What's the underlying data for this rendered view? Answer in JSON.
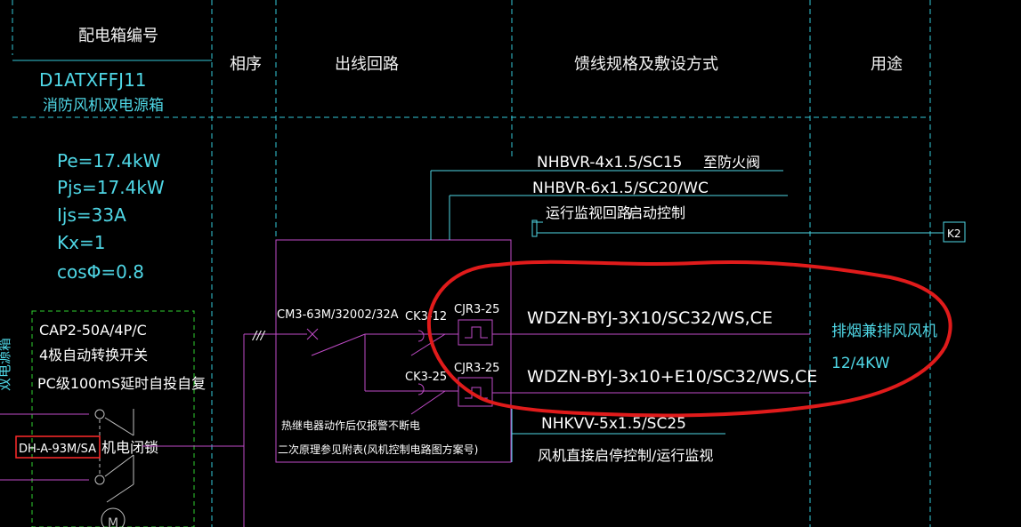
{
  "colors": {
    "background": "#000000",
    "grid": "#35c9d8",
    "header_text": "#f2f2f2",
    "text_cyan": "#4fd7e6",
    "text_white": "#ffffff",
    "circuit": "#c14bc8",
    "highlight": "#e01b1b",
    "green_box": "#2fd12f",
    "relay_box": "#ff2a2a",
    "relay_text": "#ffffff"
  },
  "header": {
    "box_number_label": "配电箱编号",
    "phase_label": "相序",
    "outgoing_label": "出线回路",
    "feeder_label": "馈线规格及敷设方式",
    "usage_label": "用途"
  },
  "box": {
    "id": "D1ATXFFJ11",
    "name": "消防风机双电源箱"
  },
  "params": {
    "pe": "Pe=17.4kW",
    "pjs": "Pjs=17.4kW",
    "ijs": "Ijs=33A",
    "kx": "Kx=1",
    "cos": "cosΦ=0.8"
  },
  "ats": {
    "model": "CAP2-50A/4P/C",
    "line2": "4极自动转换开关",
    "line3": "PC级100mS延时自投自复"
  },
  "left_side_text": "双电源箱",
  "relay": {
    "label": "DH-A-93M/SA",
    "interlock": "机电闭锁",
    "motor": "M"
  },
  "circuit": {
    "breaker": "CM3-63M/32002/32A",
    "phase_mark": "///",
    "contactor1": "CK3-12",
    "contactor2": "CK3-25",
    "thermal1": "CJR3-25",
    "thermal2": "CJR3-25",
    "note1": "热继电器动作后仅报警不断电",
    "note2": "二次原理参见附表(风机控制电路图方案号)"
  },
  "feeders": {
    "f1": "NHBVR-4x1.5/SC15",
    "f1_dest": "至防火阀",
    "f2": "NHBVR-6x1.5/SC20/WC",
    "f2_desc1": "运行监视回路",
    "f2_desc2": "启动控制",
    "k2": "K2",
    "cable1": "WDZN-BYJ-3X10/SC32/WS,CE",
    "cable2": "WDZN-BYJ-3x10+E10/SC32/WS,CE",
    "f3": "NHKVV-5x1.5/SC25",
    "f3_desc": "风机直接启停控制/运行监视"
  },
  "usage": {
    "line1": "排烟兼排风风机",
    "line2": "12/4KW"
  }
}
